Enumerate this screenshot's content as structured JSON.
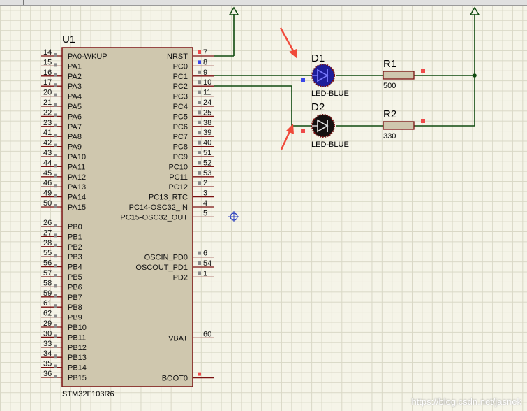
{
  "chip": {
    "ref": "U1",
    "part": "STM32F103R6",
    "left_pins": [
      {
        "num": "14",
        "name": "PA0-WKUP"
      },
      {
        "num": "15",
        "name": "PA1"
      },
      {
        "num": "16",
        "name": "PA2"
      },
      {
        "num": "17",
        "name": "PA3"
      },
      {
        "num": "20",
        "name": "PA4"
      },
      {
        "num": "21",
        "name": "PA5"
      },
      {
        "num": "22",
        "name": "PA6"
      },
      {
        "num": "23",
        "name": "PA7"
      },
      {
        "num": "41",
        "name": "PA8"
      },
      {
        "num": "42",
        "name": "PA9"
      },
      {
        "num": "43",
        "name": "PA10"
      },
      {
        "num": "44",
        "name": "PA11"
      },
      {
        "num": "45",
        "name": "PA12"
      },
      {
        "num": "46",
        "name": "PA13"
      },
      {
        "num": "49",
        "name": "PA14"
      },
      {
        "num": "50",
        "name": "PA15"
      },
      {
        "num": "26",
        "name": "PB0"
      },
      {
        "num": "27",
        "name": "PB1"
      },
      {
        "num": "28",
        "name": "PB2"
      },
      {
        "num": "55",
        "name": "PB3"
      },
      {
        "num": "56",
        "name": "PB4"
      },
      {
        "num": "57",
        "name": "PB5"
      },
      {
        "num": "58",
        "name": "PB6"
      },
      {
        "num": "59",
        "name": "PB7"
      },
      {
        "num": "61",
        "name": "PB8"
      },
      {
        "num": "62",
        "name": "PB9"
      },
      {
        "num": "29",
        "name": "PB10"
      },
      {
        "num": "30",
        "name": "PB11"
      },
      {
        "num": "33",
        "name": "PB12"
      },
      {
        "num": "34",
        "name": "PB13"
      },
      {
        "num": "35",
        "name": "PB14"
      },
      {
        "num": "36",
        "name": "PB15"
      }
    ],
    "right_pins": [
      {
        "num": "7",
        "name": "NRST"
      },
      {
        "num": "8",
        "name": "PC0"
      },
      {
        "num": "9",
        "name": "PC1"
      },
      {
        "num": "10",
        "name": "PC2"
      },
      {
        "num": "11",
        "name": "PC3"
      },
      {
        "num": "24",
        "name": "PC4"
      },
      {
        "num": "25",
        "name": "PC5"
      },
      {
        "num": "38",
        "name": "PC6"
      },
      {
        "num": "39",
        "name": "PC7"
      },
      {
        "num": "40",
        "name": "PC8"
      },
      {
        "num": "51",
        "name": "PC9"
      },
      {
        "num": "52",
        "name": "PC10"
      },
      {
        "num": "53",
        "name": "PC11"
      },
      {
        "num": "2",
        "name": "PC12"
      },
      {
        "num": "3",
        "name": "PC13_RTC"
      },
      {
        "num": "4",
        "name": "PC14-OSC32_IN"
      },
      {
        "num": "5",
        "name": "PC15-OSC32_OUT"
      },
      {
        "num": "6",
        "name": "OSCIN_PD0"
      },
      {
        "num": "54",
        "name": "OSCOUT_PD1"
      },
      {
        "num": "1",
        "name": "PD2"
      },
      {
        "num": "60",
        "name": "VBAT"
      },
      {
        "num": "",
        "name": "BOOT0"
      }
    ]
  },
  "components": {
    "d1": {
      "ref": "D1",
      "value": "LED-BLUE"
    },
    "d2": {
      "ref": "D2",
      "value": "LED-BLUE"
    },
    "r1": {
      "ref": "R1",
      "value": "500"
    },
    "r2": {
      "ref": "R2",
      "value": "330"
    }
  },
  "watermark": "https://blog.csdn.net/jasnek",
  "colors": {
    "chip_fill": "#cfc7ae",
    "chip_border": "#7a1010",
    "wire": "#0f4a0f",
    "led_on": "#1d1d9a",
    "led_off": "#151010",
    "annotation_arrow": "#f04a3a"
  }
}
